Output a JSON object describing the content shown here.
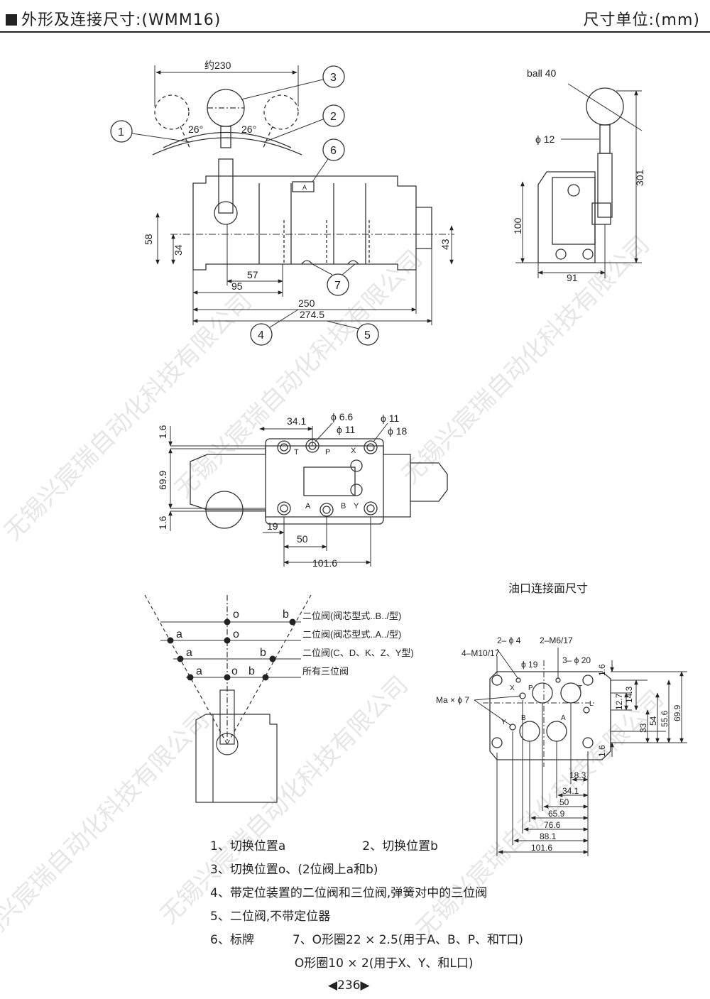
{
  "header": {
    "title": "外形及连接尺寸:(WMM16)",
    "unit": "尺寸单位:(mm)"
  },
  "front_view": {
    "dims": {
      "approx_width": "约230",
      "angle_left": "26°",
      "angle_right": "26°",
      "h58": "58",
      "h34": "34",
      "h43": "43",
      "d57": "57",
      "d95": "95",
      "d250": "250",
      "d274_5": "274.5"
    },
    "callouts": [
      "1",
      "2",
      "3",
      "4",
      "5",
      "6",
      "7"
    ],
    "plate_letter": "A"
  },
  "side_view": {
    "dims": {
      "ball": "ball 40",
      "phi12": "ϕ 12",
      "h100": "100",
      "h301": "301",
      "w91": "91"
    }
  },
  "top_view": {
    "dims": {
      "d34_1": "34.1",
      "phi6_6": "ϕ 6.6",
      "phi11a": "ϕ 11",
      "phi11b": "ϕ 11",
      "phi18": "ϕ 18",
      "d1_6a": "1.6",
      "d69_9": "69.9",
      "d1_6b": "1.6",
      "d19": "19",
      "d50": "50",
      "d101_6": "101.6"
    },
    "ports": {
      "T": "T",
      "P": "P",
      "X": "X",
      "A": "A",
      "B": "B",
      "Y": "Y"
    }
  },
  "positions_view": {
    "rows": [
      {
        "labels": [
          "o",
          "b"
        ],
        "text": "二位阀(阀芯型式..B../型)"
      },
      {
        "labels": [
          "a",
          "o"
        ],
        "text": "二位阀(阀芯型式..A../型)"
      },
      {
        "labels": [
          "a",
          "b"
        ],
        "text": "二位阀(C、D、K、Z、Y型)"
      },
      {
        "labels": [
          "a",
          "o",
          "b"
        ],
        "text": "所有三位阀"
      }
    ]
  },
  "port_face": {
    "title": "油口连接面尺寸",
    "dims": {
      "m10": "4–M10/17",
      "phi4": "2– ϕ 4",
      "m6": "2–M6/17",
      "phi19": "ϕ 19",
      "phi20": "3– ϕ 20",
      "ma": "Ma × ϕ 7",
      "v1_6a": "1.6",
      "v12_7": "12.7",
      "v14_3": "14.3",
      "v33": "33",
      "v54": "54",
      "v55_6": "55.6",
      "v69_9": "69.9",
      "v1_6b": "1.6",
      "h18_3": "18.3",
      "h34_1": "34.1",
      "h50": "50",
      "h65_9": "65.9",
      "h76_6": "76.6",
      "h88_1": "88.1",
      "h101_6": "101.6"
    },
    "ports": {
      "X": "X",
      "P": "P",
      "T": "T",
      "L": "L",
      "Y": "Y",
      "B": "B",
      "A": "A"
    }
  },
  "notes": [
    "1、切换位置a                    2、切换位置b",
    "3、切换位置o、(2位阀上a和b)",
    "4、带定位装置的二位阀和三位阀,弹簧对中的三位阀",
    "5、二位阀,不带定位器",
    "6、标牌          7、O形圈22 × 2.5(用于A、B、P、和T口)",
    "                      O形圈10 × 2(用于X、Y、和L口)"
  ],
  "page_number": "◀236▶",
  "watermark": "无锡兴宸瑞自动化科技有限公司"
}
